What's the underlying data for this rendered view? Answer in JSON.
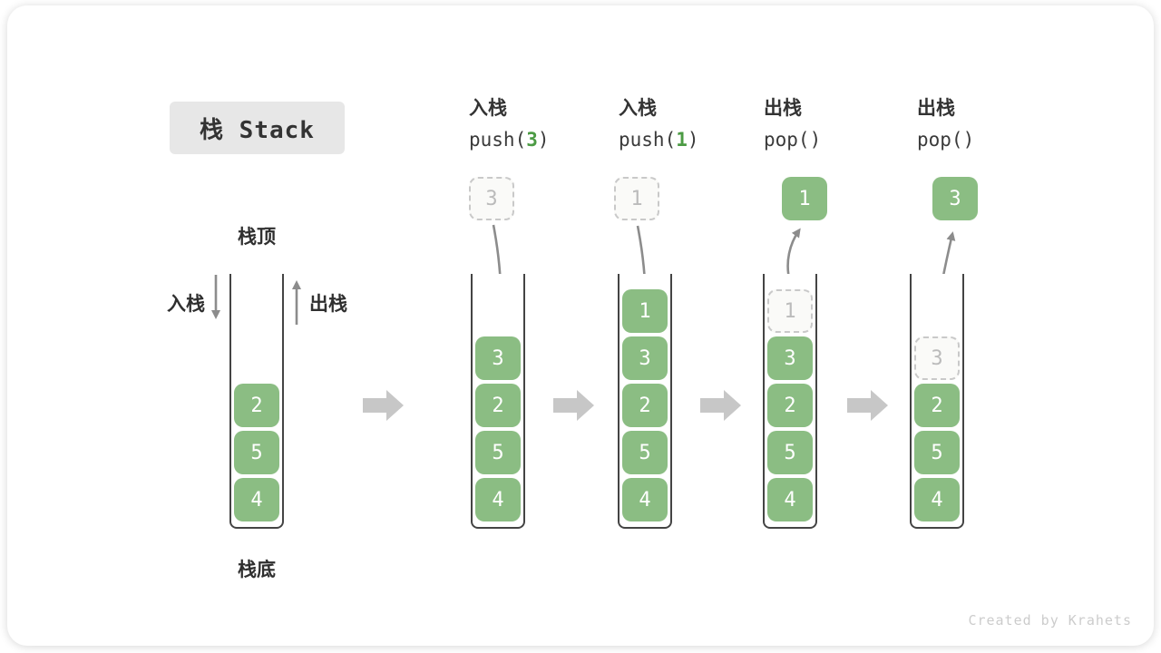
{
  "title": "栈 Stack",
  "side_labels": {
    "top": "栈顶",
    "bottom": "栈底",
    "push": "入栈",
    "pop": "出栈"
  },
  "watermark": "Created by Krahets",
  "colors": {
    "cell_green": "#8bbd83",
    "code_arg_green": "#4c9b44",
    "thin_arrow_gray": "#8c8c8c",
    "big_arrow_gray": "#c7c7c7",
    "dashed_border": "#c9c9c9",
    "ghost_text": "#bbbbbb",
    "title_bg": "#e7e7e7",
    "dark_text": "#333333"
  },
  "columns": [
    {
      "id": "initial",
      "items": [
        "2",
        "5",
        "4"
      ]
    },
    {
      "id": "push-3",
      "op_cn": "入栈",
      "op_code_pre": "push(",
      "op_code_arg": "3",
      "op_code_post": ")",
      "floating_value": "3",
      "items": [
        "3",
        "2",
        "5",
        "4"
      ]
    },
    {
      "id": "push-1",
      "op_cn": "入栈",
      "op_code_pre": "push(",
      "op_code_arg": "1",
      "op_code_post": ")",
      "floating_value": "1",
      "items": [
        "1",
        "3",
        "2",
        "5",
        "4"
      ]
    },
    {
      "id": "pop-1",
      "op_cn": "出栈",
      "op_code": "pop()",
      "floating_value": "1",
      "ghost_value": "1",
      "items": [
        "3",
        "2",
        "5",
        "4"
      ]
    },
    {
      "id": "pop-3",
      "op_cn": "出栈",
      "op_code": "pop()",
      "floating_value": "3",
      "ghost_value": "3",
      "items": [
        "2",
        "5",
        "4"
      ]
    }
  ]
}
